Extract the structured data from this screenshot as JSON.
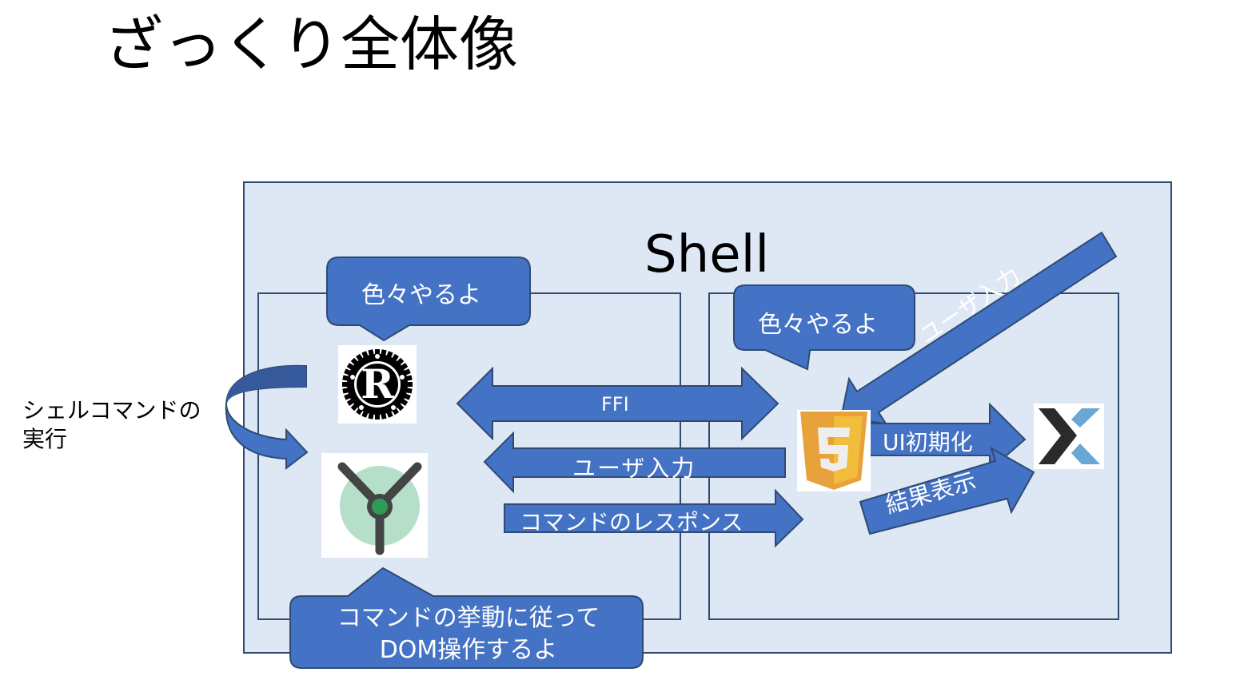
{
  "slide": {
    "title": "ざっくり全体像",
    "shell_label": "Shell",
    "side_note": {
      "line1": "シェルコマンドの",
      "line2": "実行"
    },
    "callouts": {
      "rust": "色々やるよ",
      "js": "色々やるよ",
      "dom": {
        "line1": "コマンドの挙動に従って",
        "line2": "DOM操作するよ"
      }
    },
    "arrows": {
      "ffi": "FFI",
      "user_input_left": "ユーザ入力",
      "command_response": "コマンドのレスポンス",
      "ui_init": "UI初期化",
      "result_display": "結果表示",
      "user_input_diagonal": "ユーザ入力"
    },
    "logos": [
      "rust-logo",
      "yew-logo",
      "html5-logo",
      "xterm-logo"
    ],
    "colors": {
      "arrow_fill": "#4472c4",
      "border": "#2f4a73",
      "panel_bg": "#dde8f4",
      "html5_orange": "#e9a23b",
      "html5_light": "#f2bd3c",
      "yew_circle": "#b5dfc9",
      "yew_dot": "#2e9b57",
      "xterm_blue": "#6aa7d4"
    }
  }
}
